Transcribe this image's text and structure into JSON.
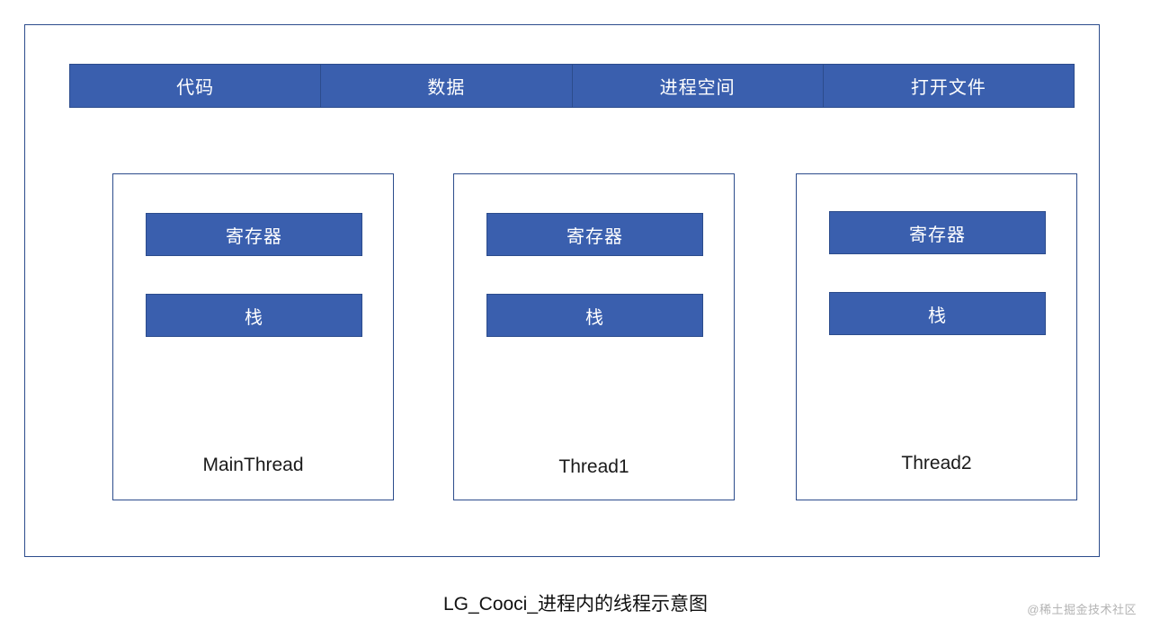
{
  "diagram": {
    "title_caption": "LG_Cooci_进程内的线程示意图",
    "watermark": "@稀土掘金技术社区",
    "colors": {
      "box_fill": "#3a5fae",
      "box_border": "#2c4c8c",
      "frame_border": "#2c4c8c",
      "background": "#ffffff",
      "box_text": "#ffffff",
      "label_text": "#1a1a1a"
    },
    "process_segments": [
      {
        "label": "代码"
      },
      {
        "label": "数据"
      },
      {
        "label": "进程空间"
      },
      {
        "label": "打开文件"
      }
    ],
    "threads": [
      {
        "name": "MainThread",
        "boxes": [
          {
            "label": "寄存器"
          },
          {
            "label": "栈"
          }
        ]
      },
      {
        "name": "Thread1",
        "boxes": [
          {
            "label": "寄存器"
          },
          {
            "label": "栈"
          }
        ]
      },
      {
        "name": "Thread2",
        "boxes": [
          {
            "label": "寄存器"
          },
          {
            "label": "栈"
          }
        ]
      }
    ]
  }
}
